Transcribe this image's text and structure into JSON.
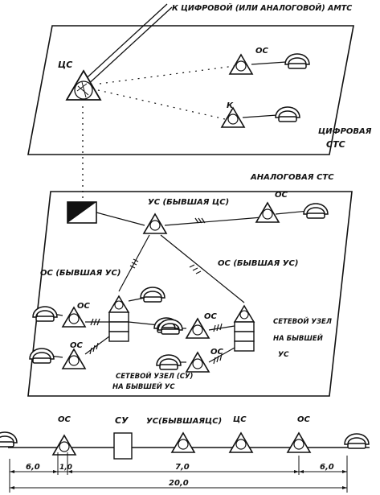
{
  "labels": {
    "amts_link": "К ЦИФРОВОЙ (ИЛИ АНАЛОГОВОЙ) АМТС",
    "digital_cs": "ЦС",
    "digital_os": "ОС",
    "digital_k": "К",
    "digital_net_line1": "ЦИФРОВАЯ",
    "digital_net_line2": "СТС",
    "analog_net": "АНАЛОГОВАЯ СТС",
    "analog_us_center": "УС (БЫВШАЯ ЦС)",
    "analog_os_top": "ОС",
    "analog_os_left_group": "ОС (БЫВШАЯ УС)",
    "analog_os_right_group": "ОС (БЫВШАЯ УС)",
    "analog_os_a": "ОС",
    "analog_os_b": "ОС",
    "analog_os_c": "ОС",
    "analog_os_d": "ОС",
    "net_node_right_l1": "СЕТЕВОЙ УЗЕЛ",
    "net_node_right_l2": "НА БЫВШЕЙ",
    "net_node_right_l3": "УС",
    "net_node_left_l1": "СЕТЕВОЙ УЗЕЛ (СУ)",
    "net_node_left_l2": "НА БЫВШЕЙ УС",
    "bottom_os_left": "ОС",
    "bottom_su": "СУ",
    "bottom_us": "УС(БЫВШАЯЦС)",
    "bottom_cs": "ЦС",
    "bottom_os_right": "ОС"
  },
  "dimensions": {
    "d1": "6,0",
    "d2": "1,0",
    "d3": "7,0",
    "d4": "6,0",
    "total": "20,0"
  },
  "icons": [
    "telephone-icon",
    "station-triangle-icon",
    "network-node-stack-icon",
    "converter-box-icon"
  ]
}
